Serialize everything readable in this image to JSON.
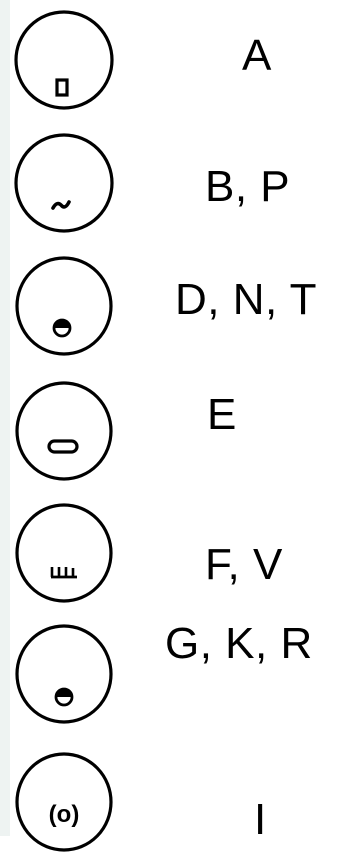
{
  "rows": [
    {
      "label": "A",
      "mouth_icon": "small-rectangle-mouth-icon"
    },
    {
      "label": "B, P",
      "mouth_icon": "tilde-mouth-icon"
    },
    {
      "label": "D, N, T",
      "mouth_icon": "half-filled-circle-mouth-icon"
    },
    {
      "label": "E",
      "mouth_icon": "wide-oval-mouth-icon"
    },
    {
      "label": "F, V",
      "mouth_icon": "teeth-on-lip-mouth-icon"
    },
    {
      "label": "G, K, R",
      "mouth_icon": "half-filled-circle-mouth-icon"
    },
    {
      "label": "I",
      "mouth_icon": "parenthesized-o-mouth-icon"
    }
  ]
}
